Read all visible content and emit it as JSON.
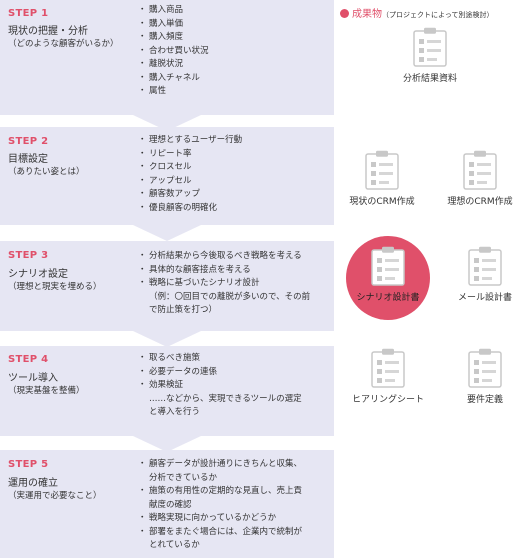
{
  "legend": {
    "label": "成果物",
    "note": "（プロジェクトによって別途検討）",
    "accent_color": "#e0506a"
  },
  "steps": [
    {
      "title": "STEP 1",
      "name": "現状の把握・分析",
      "sub": "（どのような顧客がいるか）",
      "items": [
        "購入商品",
        "購入単価",
        "購入頻度",
        "合わせ買い状況",
        "離脱状況",
        "購入チャネル",
        "属性"
      ]
    },
    {
      "title": "STEP 2",
      "name": "目標設定",
      "sub": "（ありたい姿とは）",
      "items": [
        "理想とするユーザー行動",
        "リピート率",
        "クロスセル",
        "アップセル",
        "顧客数アップ",
        "優良顧客の明確化"
      ]
    },
    {
      "title": "STEP 3",
      "name": "シナリオ設定",
      "sub": "（理想と現実を埋める）",
      "items": [
        "分析結果から今後取るべき戦略を考える",
        "具体的な顧客接点を考える",
        "戦略に基づいたシナリオ設計",
        "（例：〇回目での離脱が多いので、その前",
        "で防止策を打つ）"
      ]
    },
    {
      "title": "STEP 4",
      "name": "ツール導入",
      "sub": "（現実基盤を整備）",
      "items": [
        "取るべき施策",
        "必要データの連係",
        "効果検証",
        "……などから、実現できるツールの選定",
        "と導入を行う"
      ]
    },
    {
      "title": "STEP 5",
      "name": "運用の確立",
      "sub": "（実運用で必要なこと）",
      "items": [
        "顧客データが設計通りにきちんと収集、",
        "分析できているか",
        "施策の有用性の定期的な見直し、売上貢",
        "献度の確認",
        "戦略実現に向かっているかどうか",
        "部署をまたぐ場合には、企業内で統制が",
        "とれているか"
      ]
    }
  ],
  "deliverables": {
    "step1": [
      "分析結果資料"
    ],
    "step2": [
      "現状のCRM作成",
      "理想のCRM作成"
    ],
    "step3": [
      "シナリオ設計書",
      "メール設計書"
    ],
    "step4": [
      "ヒアリングシート",
      "要件定義"
    ]
  },
  "icon_name": "clipboard-icon"
}
